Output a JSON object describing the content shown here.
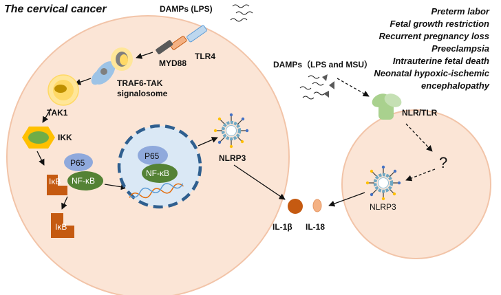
{
  "title": "The cervical cancer",
  "labels": {
    "damps_lps": "DAMPs (LPS)",
    "tlr4": "TLR4",
    "myd88": "MYD88",
    "traf6_line1": "TRAF6-TAK",
    "traf6_line2": "signalosome",
    "tak1": "TAK1",
    "ikk": "IKK",
    "p65": "P65",
    "nfkb": "NF-κB",
    "ikb": "IκB",
    "ikb_free": "IκB",
    "nuc_p65": "P65",
    "nuc_nfkb": "NF-κB",
    "nlrp3_left": "NLRP3",
    "il1b": "IL-1β",
    "il18": "IL-18",
    "damps_lps_msu": "DAMPs（LPS and MSU）",
    "nlr_tlr": "NLR/TLR",
    "question": "?",
    "nlrp3_right": "NLRP3"
  },
  "outcomes": [
    "Preterm labor",
    "Fetal growth restriction",
    "Recurrent pregnancy loss",
    "Preeclampsia",
    "Intrauterine fetal death",
    "Neonatal hypoxic-ischemic",
    "encephalopathy"
  ],
  "colors": {
    "cell_fill": "#fbe5d6",
    "cell_stroke": "#f2c4a8",
    "nucleus_fill": "#dae8f5",
    "nucleus_stroke": "#2f5f8f",
    "p65": "#8fa9dc",
    "nfkb": "#548235",
    "ikb": "#c55a11",
    "il1b": "#c55a11",
    "il18": "#f4b183",
    "tak1": "#ffe699",
    "ikk": "#ffc000",
    "receptor": "#a9d18e"
  }
}
